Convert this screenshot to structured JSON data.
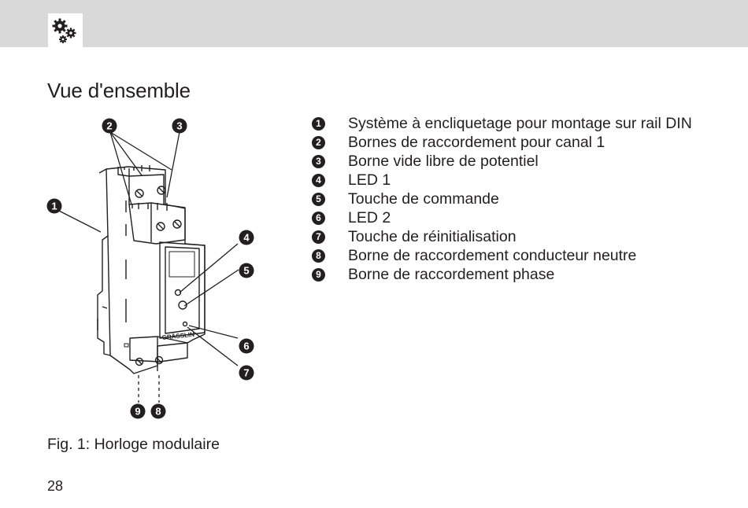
{
  "header": {
    "icon": "gears-icon"
  },
  "title": "Vue d'ensemble",
  "figure": {
    "callouts": [
      "1",
      "2",
      "3",
      "4",
      "5",
      "6",
      "7",
      "8",
      "9"
    ],
    "brand": "GRÄSSLIN"
  },
  "legend": [
    {
      "num": "1",
      "text": "Système à encliquetage pour montage sur rail DIN"
    },
    {
      "num": "2",
      "text": "Bornes de raccordement pour canal 1"
    },
    {
      "num": "3",
      "text": "Borne vide libre de potentiel"
    },
    {
      "num": "4",
      "text": "LED 1"
    },
    {
      "num": "5",
      "text": "Touche de commande"
    },
    {
      "num": "6",
      "text": "LED 2"
    },
    {
      "num": "7",
      "text": "Touche de réinitialisation"
    },
    {
      "num": "8",
      "text": "Borne de raccordement conducteur neutre"
    },
    {
      "num": "9",
      "text": "Borne de raccordement phase"
    }
  ],
  "caption": "Fig. 1: Horloge modulaire",
  "page_number": "28"
}
